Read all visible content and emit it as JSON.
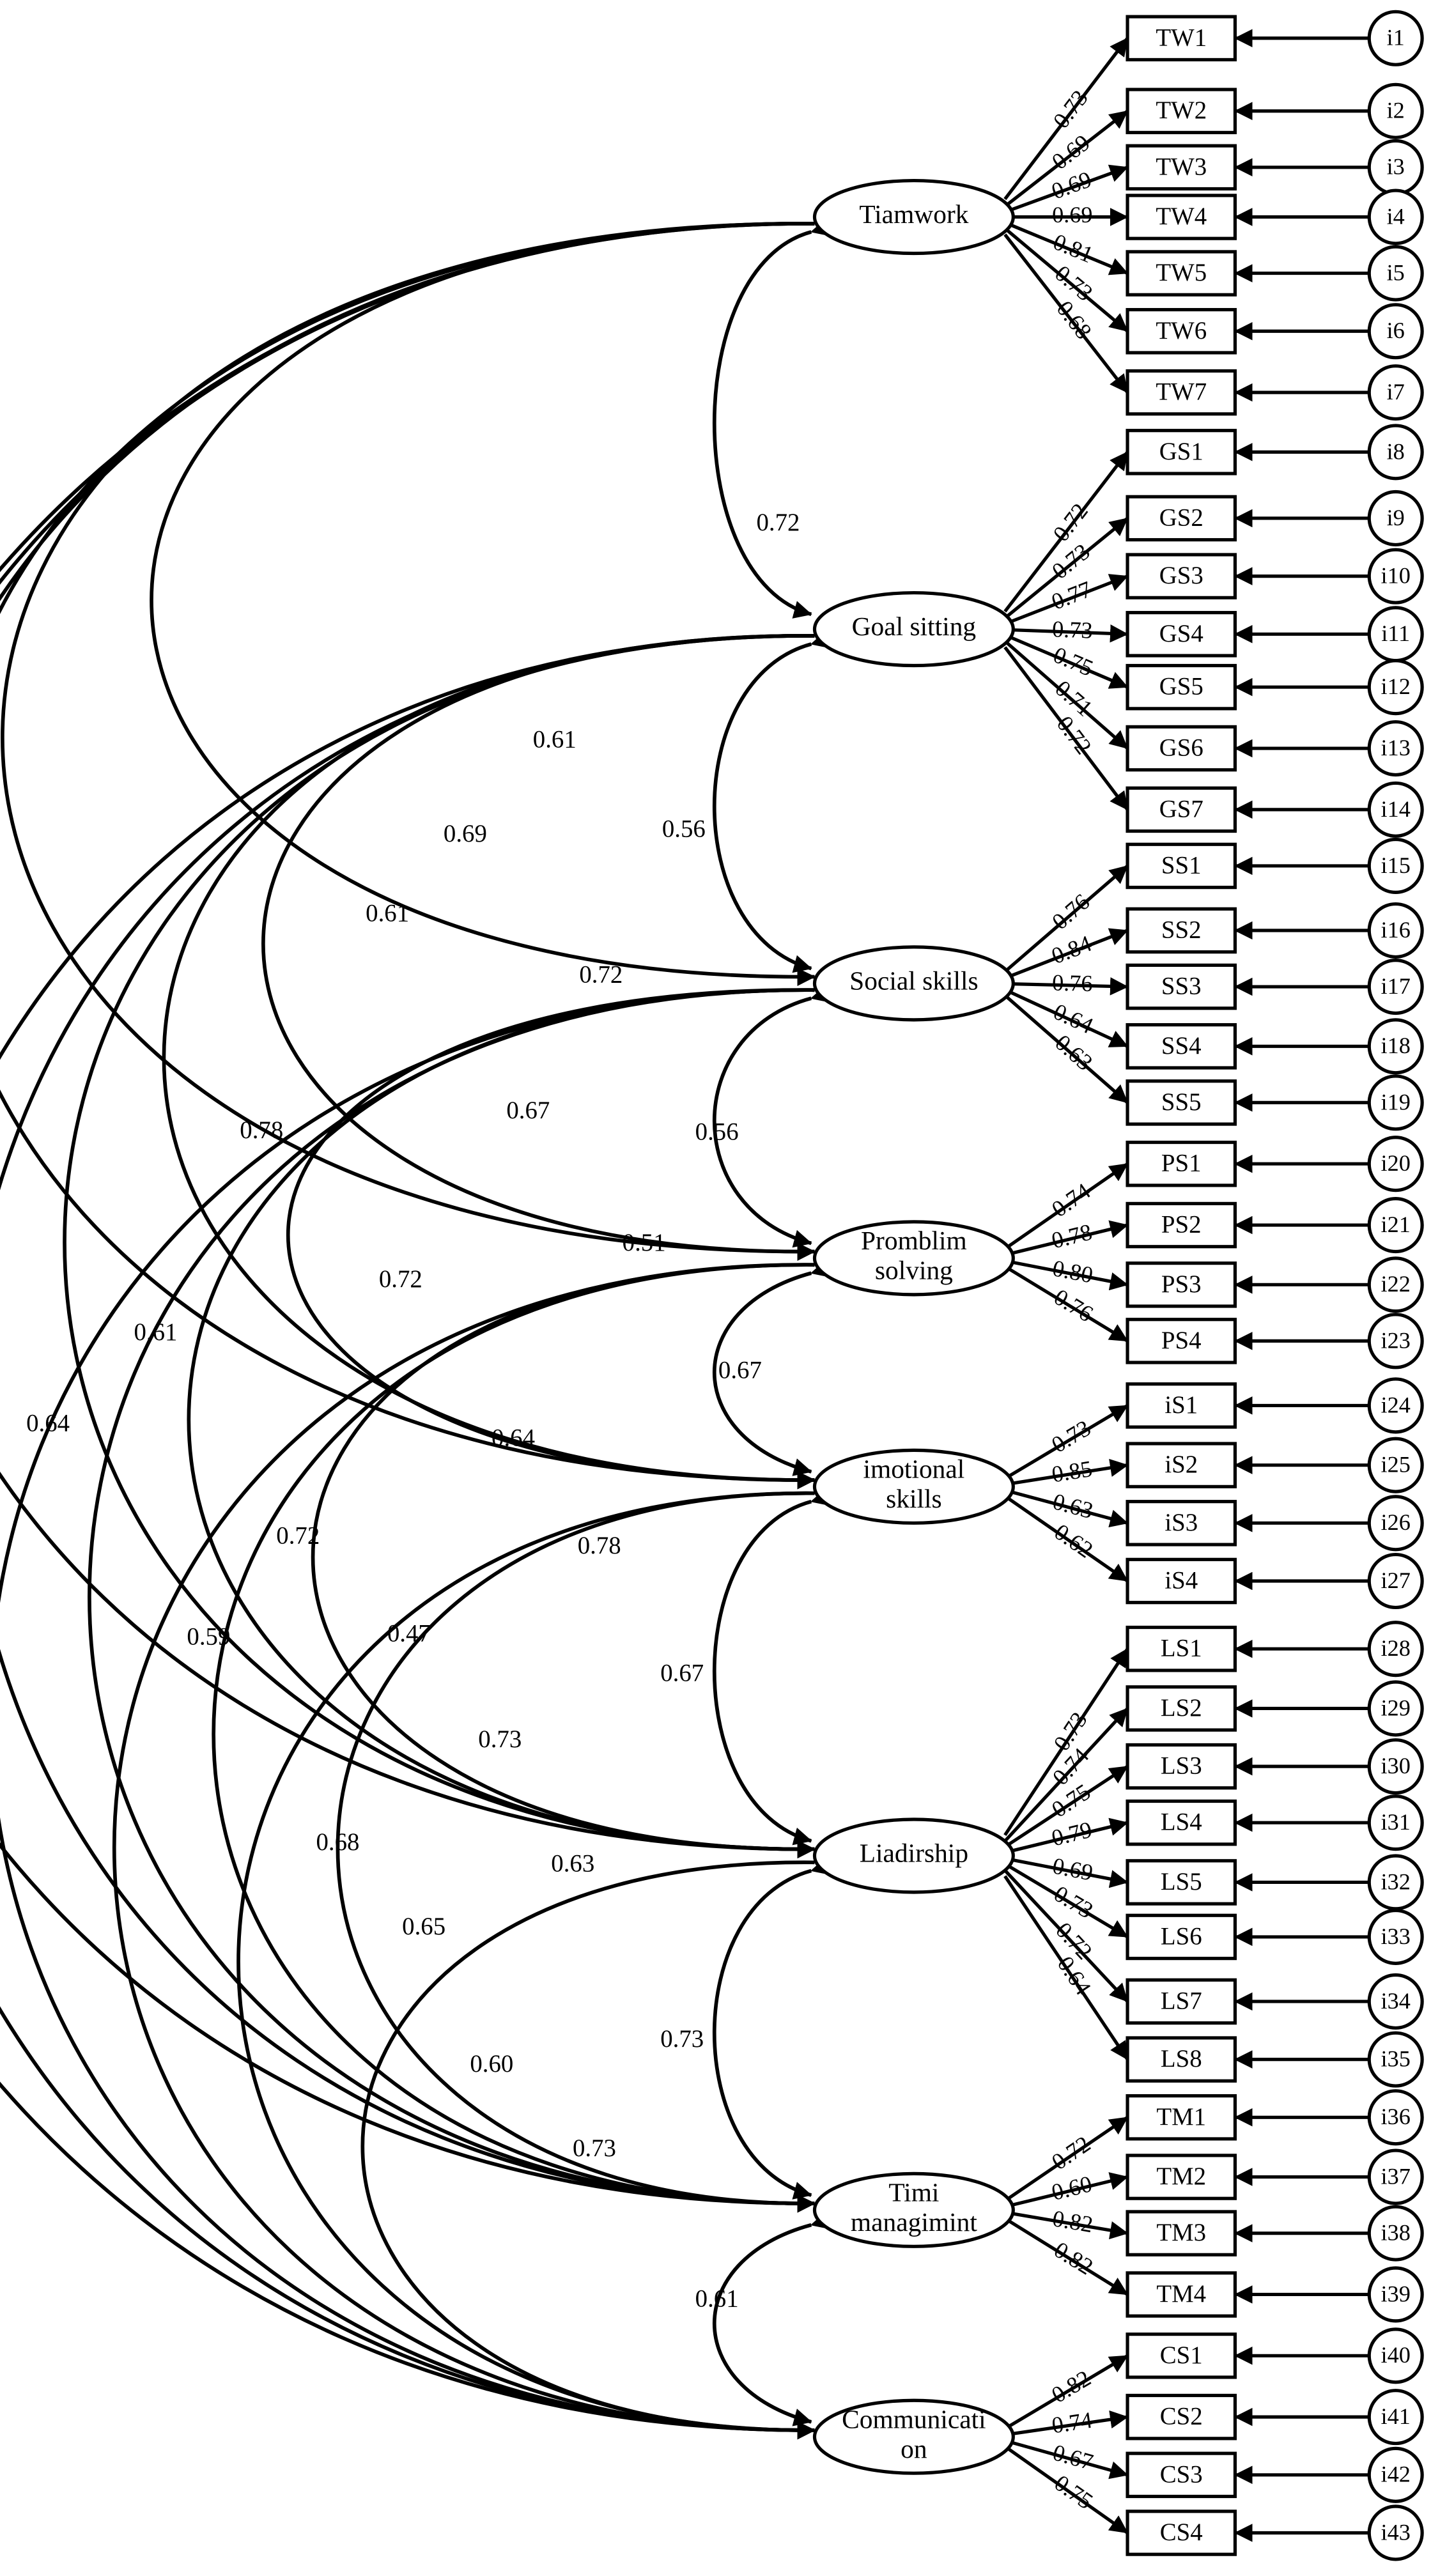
{
  "latent_factors": [
    {
      "id": "TW",
      "lines": [
        "Tiamwork"
      ]
    },
    {
      "id": "GS",
      "lines": [
        "Goal sitting"
      ]
    },
    {
      "id": "SS",
      "lines": [
        "Social skills"
      ]
    },
    {
      "id": "PS",
      "lines": [
        "Promblim",
        "solving"
      ]
    },
    {
      "id": "IS",
      "lines": [
        "imotional",
        "skills"
      ]
    },
    {
      "id": "LS",
      "lines": [
        "Liadirship"
      ]
    },
    {
      "id": "TM",
      "lines": [
        "Timi",
        "managimint"
      ]
    },
    {
      "id": "CS",
      "lines": [
        "Communicati",
        "on"
      ]
    }
  ],
  "indicators": [
    {
      "label": "TW1",
      "factor": 0,
      "loading": "0.73",
      "error": "i1"
    },
    {
      "label": "TW2",
      "factor": 0,
      "loading": "0.69",
      "error": "i2"
    },
    {
      "label": "TW3",
      "factor": 0,
      "loading": "0.69",
      "error": "i3"
    },
    {
      "label": "TW4",
      "factor": 0,
      "loading": "0.69",
      "error": "i4"
    },
    {
      "label": "TW5",
      "factor": 0,
      "loading": "0.81",
      "error": "i5"
    },
    {
      "label": "TW6",
      "factor": 0,
      "loading": "0.73",
      "error": "i6"
    },
    {
      "label": "TW7",
      "factor": 0,
      "loading": "0.68",
      "error": "i7"
    },
    {
      "label": "GS1",
      "factor": 1,
      "loading": "0.72",
      "error": "i8"
    },
    {
      "label": "GS2",
      "factor": 1,
      "loading": "0.73",
      "error": "i9"
    },
    {
      "label": "GS3",
      "factor": 1,
      "loading": "0.77",
      "error": "i10"
    },
    {
      "label": "GS4",
      "factor": 1,
      "loading": "0.73",
      "error": "i11"
    },
    {
      "label": "GS5",
      "factor": 1,
      "loading": "0.75",
      "error": "i12"
    },
    {
      "label": "GS6",
      "factor": 1,
      "loading": "0.71",
      "error": "i13"
    },
    {
      "label": "GS7",
      "factor": 1,
      "loading": "0.72",
      "error": "i14"
    },
    {
      "label": "SS1",
      "factor": 2,
      "loading": "0.76",
      "error": "i15"
    },
    {
      "label": "SS2",
      "factor": 2,
      "loading": "0.84",
      "error": "i16"
    },
    {
      "label": "SS3",
      "factor": 2,
      "loading": "0.76",
      "error": "i17"
    },
    {
      "label": "SS4",
      "factor": 2,
      "loading": "0.64",
      "error": "i18"
    },
    {
      "label": "SS5",
      "factor": 2,
      "loading": "0.63",
      "error": "i19"
    },
    {
      "label": "PS1",
      "factor": 3,
      "loading": "0.74",
      "error": "i20"
    },
    {
      "label": "PS2",
      "factor": 3,
      "loading": "0.78",
      "error": "i21"
    },
    {
      "label": "PS3",
      "factor": 3,
      "loading": "0.80",
      "error": "i22"
    },
    {
      "label": "PS4",
      "factor": 3,
      "loading": "0.76",
      "error": "i23"
    },
    {
      "label": "iS1",
      "factor": 4,
      "loading": "0.73",
      "error": "i24"
    },
    {
      "label": "iS2",
      "factor": 4,
      "loading": "0.85",
      "error": "i25"
    },
    {
      "label": "iS3",
      "factor": 4,
      "loading": "0.63",
      "error": "i26"
    },
    {
      "label": "iS4",
      "factor": 4,
      "loading": "0.62",
      "error": "i27"
    },
    {
      "label": "LS1",
      "factor": 5,
      "loading": "0.73",
      "error": "i28"
    },
    {
      "label": "LS2",
      "factor": 5,
      "loading": "0.74",
      "error": "i29"
    },
    {
      "label": "LS3",
      "factor": 5,
      "loading": "0.75",
      "error": "i30"
    },
    {
      "label": "LS4",
      "factor": 5,
      "loading": "0.79",
      "error": "i31"
    },
    {
      "label": "LS5",
      "factor": 5,
      "loading": "0.69",
      "error": "i32"
    },
    {
      "label": "LS6",
      "factor": 5,
      "loading": "0.73",
      "error": "i33"
    },
    {
      "label": "LS7",
      "factor": 5,
      "loading": "0.72",
      "error": "i34"
    },
    {
      "label": "LS8",
      "factor": 5,
      "loading": "0.64",
      "error": "i35"
    },
    {
      "label": "TM1",
      "factor": 6,
      "loading": "0.72",
      "error": "i36"
    },
    {
      "label": "TM2",
      "factor": 6,
      "loading": "0.60",
      "error": "i37"
    },
    {
      "label": "TM3",
      "factor": 6,
      "loading": "0.82",
      "error": "i38"
    },
    {
      "label": "TM4",
      "factor": 6,
      "loading": "0.82",
      "error": "i39"
    },
    {
      "label": "CS1",
      "factor": 7,
      "loading": "0.82",
      "error": "i40"
    },
    {
      "label": "CS2",
      "factor": 7,
      "loading": "0.74",
      "error": "i41"
    },
    {
      "label": "CS3",
      "factor": 7,
      "loading": "0.67",
      "error": "i42"
    },
    {
      "label": "CS4",
      "factor": 7,
      "loading": "0.75",
      "error": "i43"
    }
  ],
  "covariances": [
    {
      "a": 0,
      "b": 1,
      "value": "0.72"
    },
    {
      "a": 0,
      "b": 2,
      "value": "0.61"
    },
    {
      "a": 0,
      "b": 3,
      "value": "0.69"
    },
    {
      "a": 0,
      "b": 4,
      "value": "0.61"
    },
    {
      "a": 0,
      "b": 5,
      "value": "0.78"
    },
    {
      "a": 0,
      "b": 6,
      "value": "0.61"
    },
    {
      "a": 0,
      "b": 7,
      "value": "0.64"
    },
    {
      "a": 1,
      "b": 2,
      "value": "0.56"
    },
    {
      "a": 1,
      "b": 3,
      "value": "0.72"
    },
    {
      "a": 1,
      "b": 4,
      "value": "0.67"
    },
    {
      "a": 1,
      "b": 5,
      "value": "0.72"
    },
    {
      "a": 1,
      "b": 6,
      "value": "0.72"
    },
    {
      "a": 1,
      "b": 7,
      "value": "0.59"
    },
    {
      "a": 2,
      "b": 3,
      "value": "0.56"
    },
    {
      "a": 2,
      "b": 4,
      "value": "0.51"
    },
    {
      "a": 2,
      "b": 5,
      "value": "0.64"
    },
    {
      "a": 2,
      "b": 6,
      "value": "0.47"
    },
    {
      "a": 2,
      "b": 7,
      "value": "0.68"
    },
    {
      "a": 3,
      "b": 4,
      "value": "0.67"
    },
    {
      "a": 3,
      "b": 5,
      "value": "0.78"
    },
    {
      "a": 3,
      "b": 6,
      "value": "0.73"
    },
    {
      "a": 3,
      "b": 7,
      "value": "0.65"
    },
    {
      "a": 4,
      "b": 5,
      "value": "0.67"
    },
    {
      "a": 4,
      "b": 6,
      "value": "0.63"
    },
    {
      "a": 4,
      "b": 7,
      "value": "0.60"
    },
    {
      "a": 5,
      "b": 6,
      "value": "0.73"
    },
    {
      "a": 5,
      "b": 7,
      "value": "0.73"
    },
    {
      "a": 6,
      "b": 7,
      "value": "0.61"
    }
  ]
}
